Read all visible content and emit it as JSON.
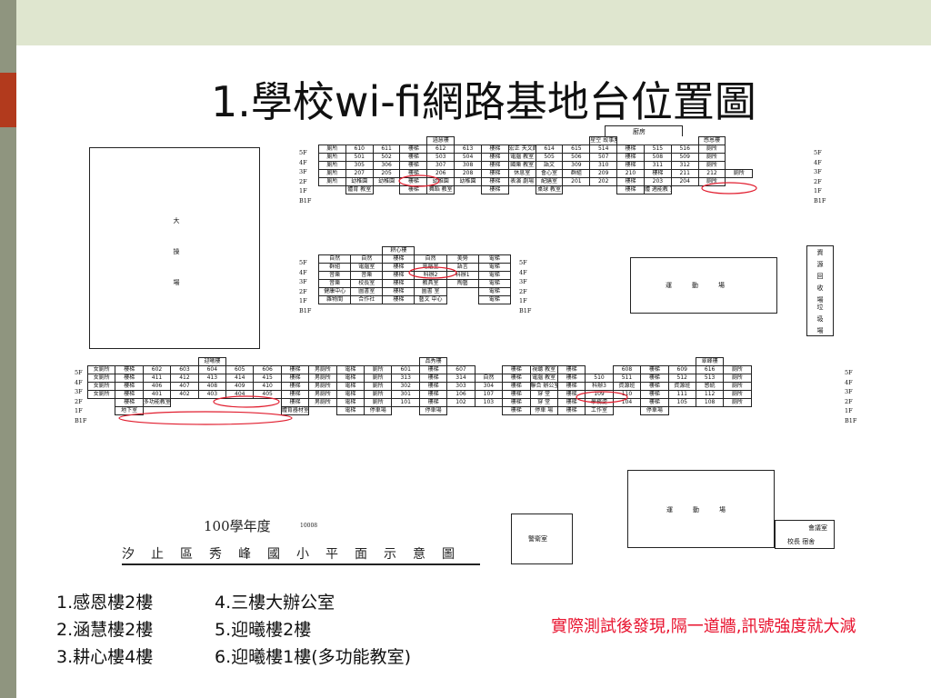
{
  "slide": {
    "title": "1.學校wi-fi網路基地台位置圖",
    "notes": [
      [
        "1.感恩樓2樓",
        "4.三樓大辦公室"
      ],
      [
        "2.涵慧樓2樓",
        "5.迎曦樓2樓"
      ],
      [
        "3.耕心樓4樓",
        "6.迎曦樓1樓(多功能教室)"
      ]
    ],
    "remark": "實際測試後發現,隔一道牆,訊號強度就大減"
  },
  "colors": {
    "topbar": "#dfe6cf",
    "leftbar": "#8f957f",
    "accent": "#b23a1d",
    "remark": "#e8112d",
    "circle": "#e11d2e"
  },
  "map": {
    "year": "100學年度",
    "code": "10008",
    "caption": "汐止區秀峰國小平面示意圖",
    "places": {
      "playground": "大操場",
      "kitchen": "廚房",
      "field": "運動場",
      "recycle": "資源回收場",
      "trash": "垃圾場",
      "guard": "警衛室",
      "meeting": "會議室",
      "dorm": "校長 宿舍"
    },
    "floors_a": [
      "5F",
      "4F",
      "3F",
      "2F",
      "1F",
      "B1F"
    ],
    "floors_b": [
      "5F",
      "4F",
      "3F",
      "2F",
      "1F",
      "B1F"
    ],
    "floors_b_right": [
      "5F",
      "4F",
      "3F",
      "2F",
      "1F",
      "B1F"
    ],
    "floors_c": [
      "5F",
      "4F",
      "3F",
      "2F",
      "1F",
      "B1F"
    ],
    "floors_c_right": [
      "5F",
      "4F",
      "3F",
      "2F",
      "1F",
      "B1F"
    ],
    "blockA": [
      [
        "",
        "",
        "",
        "",
        "涵慧樓",
        "",
        "",
        "",
        "",
        "",
        "星空 故事屋",
        "",
        "",
        "",
        "感恩樓",
        "",
        "",
        ""
      ],
      [
        "廁所",
        "610",
        "611",
        "樓梯",
        "612",
        "613",
        "樓梯",
        "宏正 天文館",
        "614",
        "615",
        "514",
        "樓梯",
        "515",
        "516",
        "廁所"
      ],
      [
        "廁所",
        "501",
        "502",
        "樓梯",
        "503",
        "504",
        "樓梯",
        "電腦 教室",
        "505",
        "506",
        "507",
        "樓梯",
        "508",
        "509",
        "廁所"
      ],
      [
        "廁所",
        "305",
        "306",
        "樓梯",
        "307",
        "308",
        "樓梯",
        "國樂 教室",
        "語文",
        "309",
        "310",
        "樓梯",
        "311",
        "312",
        "廁所"
      ],
      [
        "廁所",
        "207",
        "205",
        "樓梯",
        "206",
        "208",
        "樓梯",
        "休息室",
        "會心室",
        "群組",
        "209",
        "210",
        "樓梯",
        "211",
        "212",
        "廁所"
      ],
      [
        "廁所",
        "幼稚園",
        "幼稚園",
        "樓梯",
        "幼稚園",
        "幼稚園",
        "樓梯",
        "表演 劇場",
        "配膳室",
        "201",
        "202",
        "樓梯",
        "203",
        "204",
        "廁所"
      ],
      [
        "",
        "體育 教室",
        "",
        "樓梯",
        "舞蹈 教室",
        "",
        "樓梯",
        "",
        "桌球 教室",
        "",
        "",
        "樓梯",
        "體 適能教 室",
        "",
        ""
      ]
    ],
    "blockB": [
      [
        "",
        "",
        "耕心樓",
        "",
        "",
        ""
      ],
      [
        "自然",
        "自然",
        "樓梯",
        "自然",
        "美勞",
        "電梯"
      ],
      [
        "群組",
        "電腦室",
        "樓梯",
        "電腦室",
        "語言",
        "電梯"
      ],
      [
        "音樂",
        "音樂",
        "樓梯",
        "科辦2",
        "科辦1",
        "電梯"
      ],
      [
        "音樂",
        "校長室",
        "樓梯",
        "教具室",
        "陶藝",
        "電梯"
      ],
      [
        "健康中心",
        "圖書室",
        "樓梯",
        "圖書 室",
        "",
        "電梯"
      ],
      [
        "雜物間",
        "合作社",
        "樓梯",
        "藝文 中心",
        "",
        "電梯"
      ]
    ],
    "blockC": [
      [
        "",
        "",
        "",
        "",
        "迎曦樓",
        "",
        "",
        "",
        "",
        "",
        "",
        "",
        "品秀樓",
        "",
        "",
        "",
        "",
        "",
        "",
        "",
        "",
        "",
        "翠峰樓",
        "",
        "",
        "",
        ""
      ],
      [
        "女廁所",
        "樓梯",
        "602",
        "603",
        "604",
        "605",
        "606",
        "樓梯",
        "男廁所",
        "電梯",
        "廁所",
        "601",
        "樓梯",
        "607",
        "",
        "樓梯",
        "視聽 教室",
        "樓梯",
        "",
        "608",
        "樓梯",
        "609",
        "616",
        "廁所"
      ],
      [
        "女廁所",
        "樓梯",
        "411",
        "412",
        "413",
        "414",
        "415",
        "樓梯",
        "男廁所",
        "電梯",
        "廁所",
        "313",
        "樓梯",
        "314",
        "自然",
        "樓梯",
        "電腦 教室",
        "樓梯",
        "510",
        "511",
        "樓梯",
        "512",
        "513",
        "廁所"
      ],
      [
        "女廁所",
        "樓梯",
        "406",
        "407",
        "408",
        "409",
        "410",
        "樓梯",
        "男廁所",
        "電梯",
        "廁所",
        "302",
        "樓梯",
        "303",
        "304",
        "樓梯",
        "聯合 辦公室",
        "樓梯",
        "科辦3",
        "資源班",
        "樓梯",
        "資源班",
        "感統",
        "廁所"
      ],
      [
        "女廁所",
        "樓梯",
        "401",
        "402",
        "403",
        "404",
        "405",
        "樓梯",
        "男廁所",
        "電梯",
        "廁所",
        "301",
        "樓梯",
        "106",
        "107",
        "樓梯",
        "穿 堂",
        "樓梯",
        "109",
        "110",
        "樓梯",
        "111",
        "112",
        "廁所"
      ],
      [
        "",
        "樓梯",
        "多功能教室",
        "",
        "",
        "",
        "",
        "樓梯",
        "男廁所",
        "電梯",
        "廁所",
        "101",
        "樓梯",
        "102",
        "103",
        "樓梯",
        "穿 堂",
        "樓梯",
        "學務處",
        "104",
        "樓梯",
        "105",
        "108",
        "廁所"
      ],
      [
        "",
        "地下室",
        "",
        "",
        "",
        "",
        "",
        "體育器材室",
        "",
        "電梯",
        "停車場",
        "",
        "停車場",
        "",
        "",
        "樓梯",
        "停車 場",
        "樓梯",
        "工作室",
        "",
        "停車場",
        "",
        "",
        ""
      ]
    ]
  }
}
